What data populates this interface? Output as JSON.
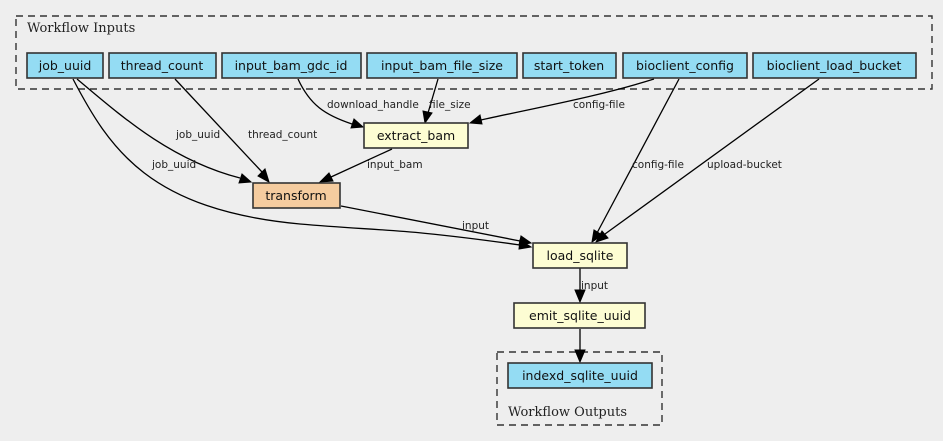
{
  "clusters": {
    "inputs": {
      "label": "Workflow Inputs"
    },
    "outputs": {
      "label": "Workflow Outputs"
    }
  },
  "colors": {
    "input_fill": "#94dcf3",
    "step_fill": "#fdfdd3",
    "transform_fill": "#f5cc9f",
    "output_fill": "#94dcf3"
  },
  "nodes": {
    "job_uuid": {
      "label": "job_uuid"
    },
    "thread_count": {
      "label": "thread_count"
    },
    "input_bam_gdc_id": {
      "label": "input_bam_gdc_id"
    },
    "input_bam_file_size": {
      "label": "input_bam_file_size"
    },
    "start_token": {
      "label": "start_token"
    },
    "bioclient_config": {
      "label": "bioclient_config"
    },
    "bioclient_load_bucket": {
      "label": "bioclient_load_bucket"
    },
    "extract_bam": {
      "label": "extract_bam"
    },
    "transform": {
      "label": "transform"
    },
    "load_sqlite": {
      "label": "load_sqlite"
    },
    "emit_sqlite_uuid": {
      "label": "emit_sqlite_uuid"
    },
    "indexd_sqlite_uuid": {
      "label": "indexd_sqlite_uuid"
    }
  },
  "edges": {
    "gdc_to_extract": {
      "label": "download_handle"
    },
    "size_to_extract": {
      "label": "file_size"
    },
    "config_to_extract": {
      "label": "config-file"
    },
    "job_to_transform": {
      "label": "job_uuid"
    },
    "thread_to_transform": {
      "label": "thread_count"
    },
    "extract_to_transform": {
      "label": "input_bam"
    },
    "job_to_load": {
      "label": "job_uuid"
    },
    "transform_to_load": {
      "label": "input"
    },
    "config_to_load": {
      "label": "config-file"
    },
    "bucket_to_load": {
      "label": "upload-bucket"
    },
    "load_to_emit": {
      "label": "input"
    },
    "emit_to_output": {
      "label": ""
    }
  }
}
